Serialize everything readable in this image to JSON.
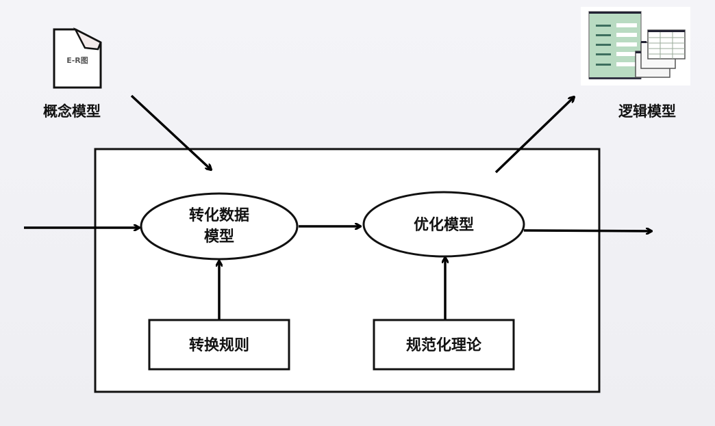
{
  "concept_model": {
    "label": "概念模型",
    "icon_text": "E-R图"
  },
  "logical_model": {
    "label": "逻辑模型"
  },
  "process": {
    "transform_node": {
      "line1": "转化数据",
      "line2": "模型"
    },
    "optimize_node": {
      "label": "优化模型"
    },
    "transform_rules": {
      "label": "转换规则"
    },
    "normalization_theory": {
      "label": "规范化理论"
    }
  }
}
